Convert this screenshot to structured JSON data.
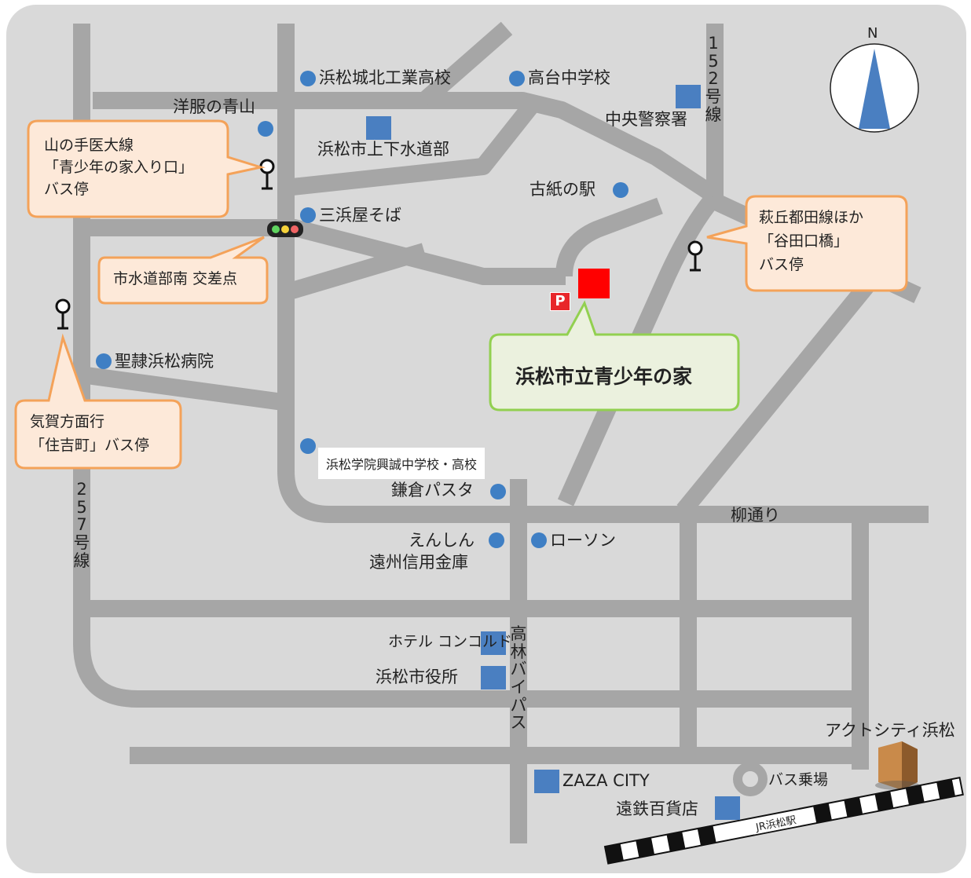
{
  "compass_label": "N",
  "colors": {
    "background": "#d9d9d9",
    "road": "#a6a6a6",
    "poi_dot": "#3f7fc4",
    "building": "#4a7fc1",
    "target": "#ff0000",
    "callout_fill": "#fde9d9",
    "callout_stroke": "#f4a259",
    "target_callout_fill": "#ebf1de",
    "target_callout_stroke": "#92d050"
  },
  "roads": {
    "route152": "152号線",
    "route257": "257号線",
    "yanagi_dori": "柳通り",
    "takabayashi_bypass": "高林バイパス"
  },
  "pois": {
    "hamamatsu_johoku": "浜松城北工業高校",
    "takadai_jhs": "高台中学校",
    "aoyama": "洋服の青山",
    "josuido": "浜松市上下水道部",
    "chuo_police": "中央警察署",
    "koshi_no_eki": "古紙の駅",
    "mihamaya": "三浜屋そば",
    "seirei": "聖隷浜松病院",
    "gakuin_cover": "浜松学院興誠中学校・高校",
    "kamakura_pasta": "鎌倉パスタ",
    "shinkin_short": "えんしん",
    "shinkin": "遠州信用金庫",
    "lawson": "ローソン",
    "hotel": "ホテル コンコルド",
    "city_hall": "浜松市役所",
    "zaza": "ZAZA CITY",
    "entetsu": "遠鉄百貨店",
    "bus_terminal": "バス乗場",
    "act_city": "アクトシティ浜松",
    "jr_station": "JR浜松駅",
    "parking": "P"
  },
  "callouts": {
    "yamanote": [
      "山の手医大線",
      "「青少年の家入り口」",
      "バス停"
    ],
    "intersection": "市水道部南 交差点",
    "kiga": [
      "気賀方面行",
      "「住吉町」バス停"
    ],
    "hagioka": [
      "萩丘都田線ほか",
      "「谷田口橋」",
      "バス停"
    ],
    "target": "浜松市立青少年の家"
  }
}
